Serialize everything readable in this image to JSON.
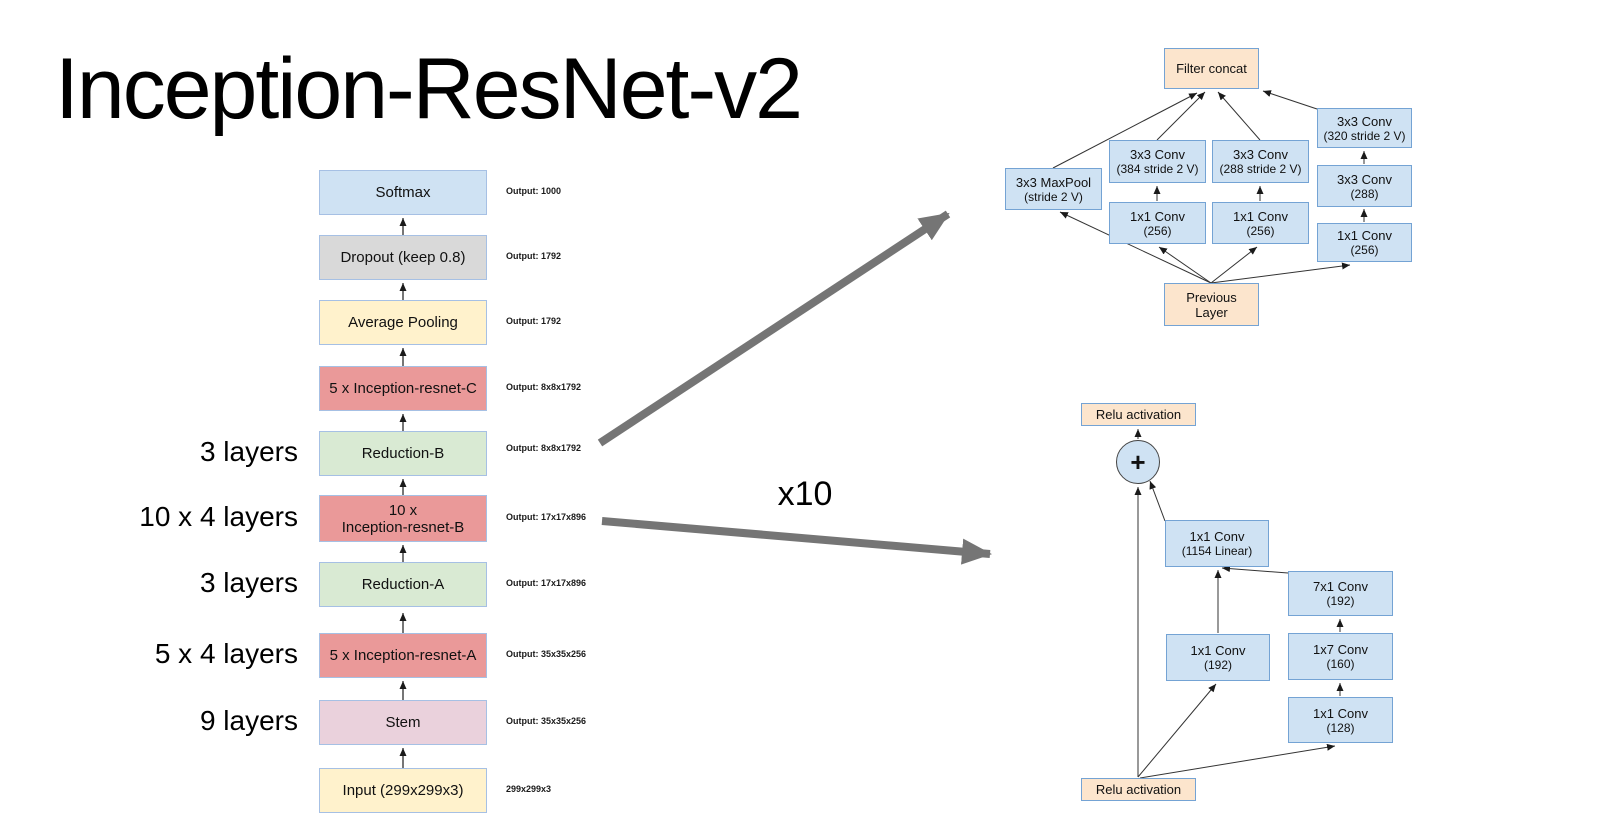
{
  "slide": {
    "title": "Inception-ResNet-v2",
    "multiplier_label": "x10",
    "plus_symbol": "+"
  },
  "colors": {
    "box_blue": "#cfe2f3",
    "box_gray": "#d9d9d9",
    "box_yellow": "#fff2cc",
    "box_red": "#ea9999",
    "box_green": "#d9ead3",
    "box_purple": "#ead1dc",
    "box_tan": "#fce5cd",
    "box_border": "#74a3d4",
    "big_arrow_gray": "#757575"
  },
  "main_stack": {
    "boxes": [
      {
        "label": "Softmax",
        "output": "Output: 1000"
      },
      {
        "label": "Dropout (keep 0.8)",
        "output": "Output: 1792"
      },
      {
        "label": "Average Pooling",
        "output": "Output: 1792"
      },
      {
        "label": "5 x Inception-resnet-C",
        "output": "Output: 8x8x1792"
      },
      {
        "label": "Reduction-B",
        "output": "Output: 8x8x1792",
        "layers": "3 layers"
      },
      {
        "line1": "10 x",
        "line2": "Inception-resnet-B",
        "output": "Output: 17x17x896",
        "layers": "10 x 4 layers"
      },
      {
        "label": "Reduction-A",
        "output": "Output: 17x17x896",
        "layers": "3 layers"
      },
      {
        "label": "5 x Inception-resnet-A",
        "output": "Output: 35x35x256",
        "layers": "5 x 4 layers"
      },
      {
        "label": "Stem",
        "output": "Output: 35x35x256",
        "layers": "9 layers"
      },
      {
        "label": "Input (299x299x3)",
        "output": "299x299x3"
      }
    ]
  },
  "reduction_module": {
    "boxes": [
      {
        "line1": "Filter concat"
      },
      {
        "line1": "3x3 MaxPool",
        "line2": "(stride 2 V)"
      },
      {
        "line1": "3x3 Conv",
        "line2": "(384 stride 2 V)"
      },
      {
        "line1": "3x3 Conv",
        "line2": "(288 stride 2 V)"
      },
      {
        "line1": "3x3 Conv",
        "line2": "(320 stride 2 V)"
      },
      {
        "line1": "3x3 Conv",
        "line2": "(288)"
      },
      {
        "line1": "1x1 Conv",
        "line2": "(256)"
      },
      {
        "line1": "1x1 Conv",
        "line2": "(256)"
      },
      {
        "line1": "1x1 Conv",
        "line2": "(256)"
      },
      {
        "line1": "Previous",
        "line2": "Layer"
      }
    ]
  },
  "resnet_module": {
    "boxes": [
      {
        "line1": "Relu activation"
      },
      {
        "line1": "+"
      },
      {
        "line1": "1x1 Conv",
        "line2": "(1154 Linear)"
      },
      {
        "line1": "7x1 Conv",
        "line2": "(192)"
      },
      {
        "line1": "1x1 Conv",
        "line2": "(192)"
      },
      {
        "line1": "1x7 Conv",
        "line2": "(160)"
      },
      {
        "line1": "1x1 Conv",
        "line2": "(128)"
      },
      {
        "line1": "Relu activation"
      }
    ]
  }
}
